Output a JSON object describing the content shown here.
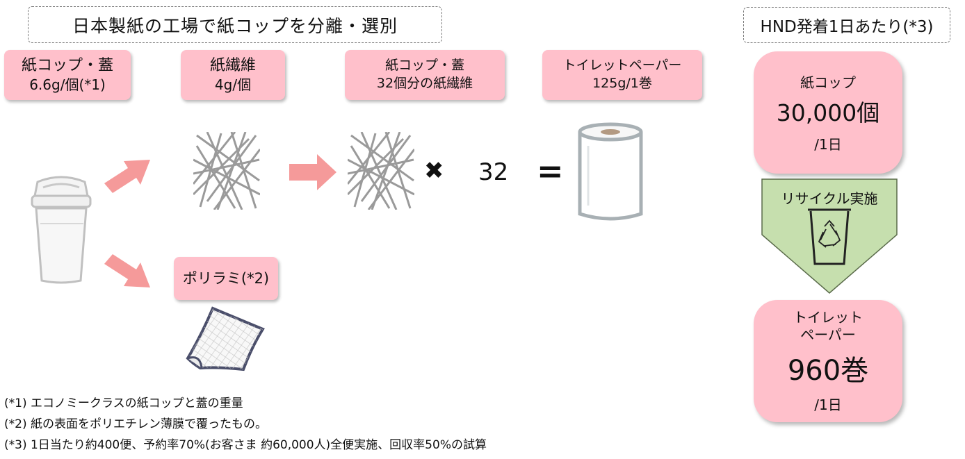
{
  "header": {
    "process_title": "日本製紙の工場で紙コップを分離・選別",
    "daily_title": "HND発着1日あたり(*3)"
  },
  "boxes": {
    "cup_lid": {
      "line1": "紙コップ・蓋",
      "line2": "6.6g/個(*1)"
    },
    "fiber": {
      "line1": "紙繊維",
      "line2": "4g/個"
    },
    "fiber32": {
      "line1": "紙コップ・蓋",
      "line2": "32個分の紙繊維"
    },
    "toilet_paper": {
      "line1": "トイレットペーパー",
      "line2": "125g/1巻"
    },
    "polylami": {
      "label": "ポリラミ(*2)"
    }
  },
  "equation": {
    "times": "✖",
    "count": "32",
    "equals": "="
  },
  "daily": {
    "cups": {
      "label": "紙コップ",
      "value": "30,000個",
      "unit": "/1日"
    },
    "recycle_label": "リサイクル実施",
    "toilet": {
      "label_line1": "トイレット",
      "label_line2": "ペーパー",
      "value": "960巻",
      "unit": "/1日"
    }
  },
  "notes": [
    "(*1) エコノミークラスの紙コップと蓋の重量",
    "(*2) 紙の表面をポリエチレン薄膜で覆ったもの。",
    "(*3) 1日当たり約400便、予約率70%(お客さま 約60,000人)全便実施、回収率50%の試算"
  ],
  "colors": {
    "box_pink": "#ffc0cb",
    "arrow_pink": "#f59a9a",
    "recycle_green": "#c6dfae",
    "fiber_gray": "#9a9a9a"
  }
}
